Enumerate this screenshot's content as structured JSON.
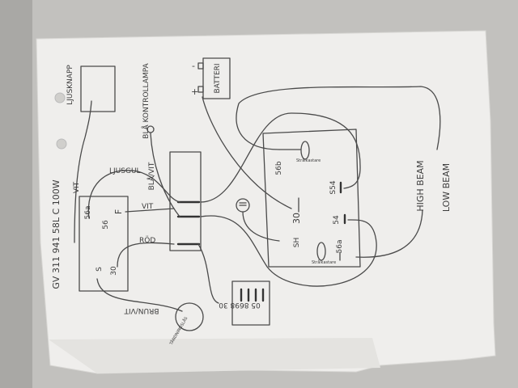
{
  "diagram": {
    "part_number": "GV 311 941 58L C 100W",
    "light_switch_label": "LJUSKNAPP",
    "wire_white_1": "VIT",
    "indicator_lamp_label": "BLÅ KONTROLLAMPA",
    "battery": {
      "label": "BATTERI",
      "plus": "+",
      "minus": "-"
    },
    "wire_light_yellow": "LJUSGUL",
    "wire_blue_white": "BLÅ/VIT",
    "wire_white_2": "VIT",
    "wire_red": "RÖD",
    "wire_brown_white": "BRUN/VIT",
    "switch_terminals": {
      "t56a": "56a",
      "tF": "F",
      "t56": "56",
      "t30": "30",
      "tS": "S"
    },
    "ignition_label": "TÄNDNINGSLÅS",
    "fuse_box_label": "05 8698 30",
    "relay_terminals": {
      "t56b": "56b",
      "t30": "30",
      "tSH": "SH",
      "tS54": "S54",
      "t54": "54",
      "t56a": "56a"
    },
    "bulb_label_1": "Strålkastare",
    "bulb_label_2": "Strålkastare",
    "high_beam": "HIGH BEAM",
    "low_beam": "LOW BEAM"
  }
}
